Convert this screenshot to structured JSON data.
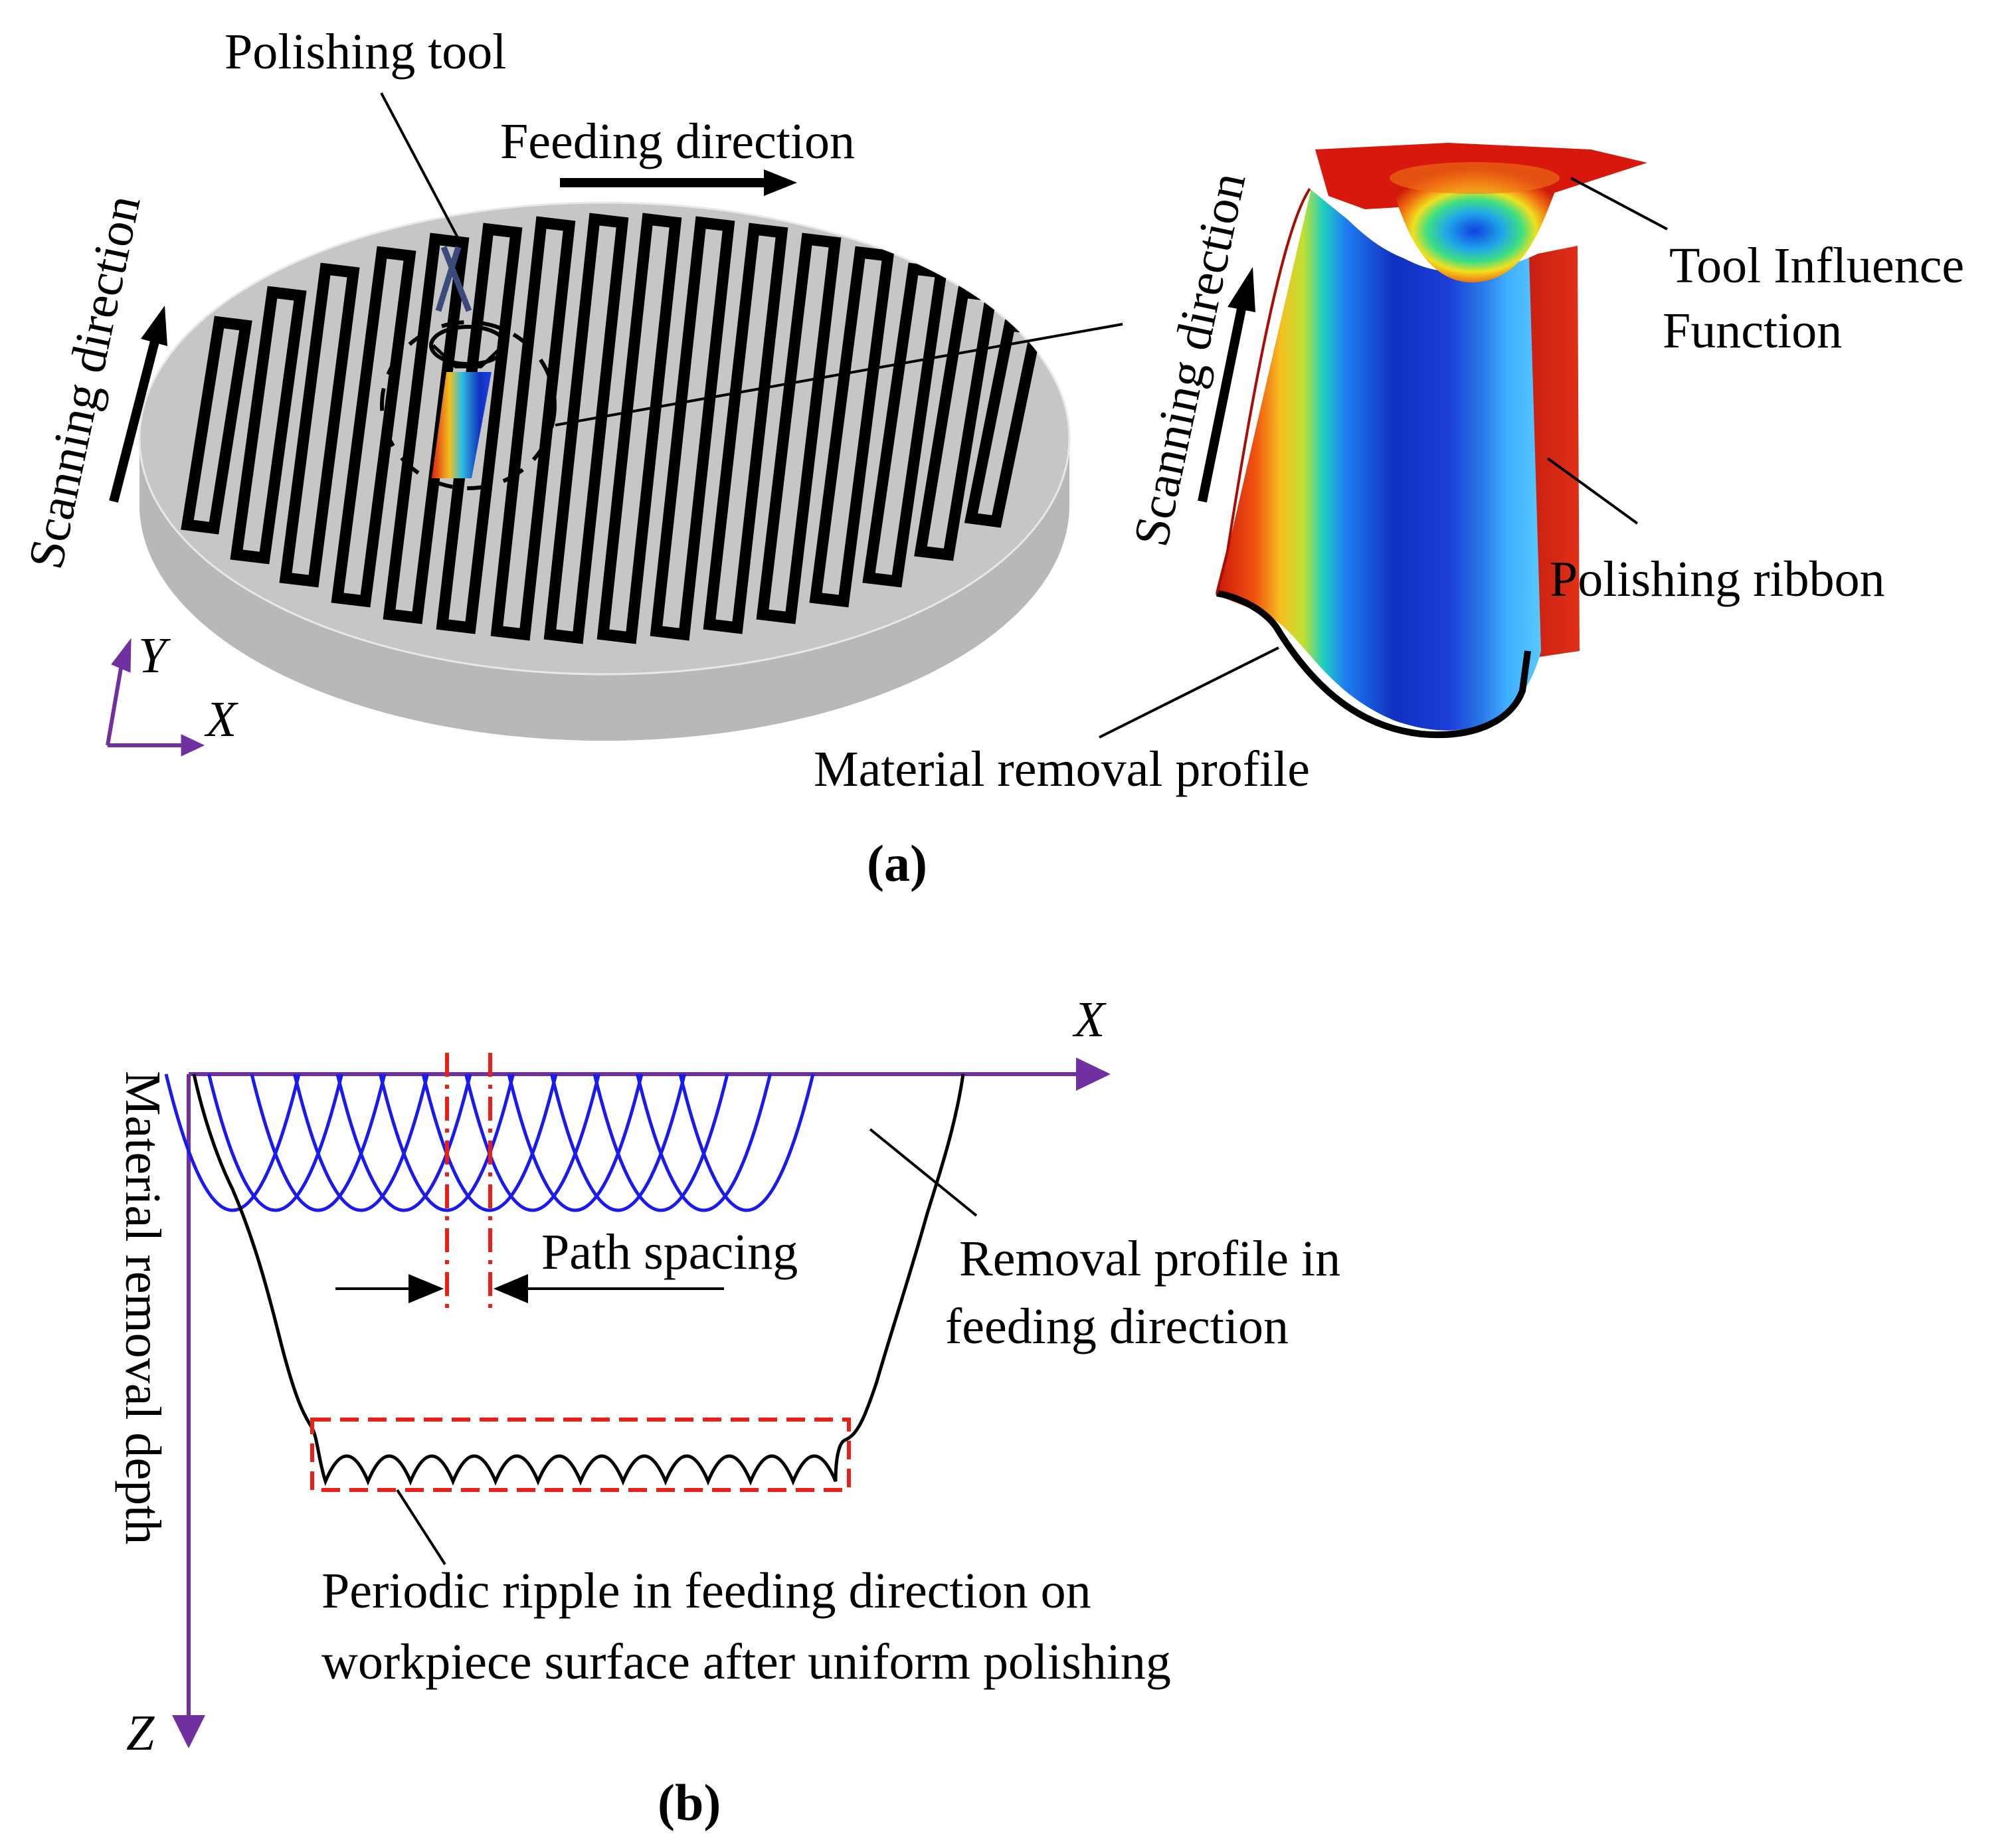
{
  "panel_a": {
    "label_polishing_tool": "Polishing tool",
    "label_feeding_direction": "Feeding direction",
    "label_scanning_direction_left": "Scanning direction",
    "label_scanning_direction_right": "Scanning direction",
    "label_tif_line1": "Tool Influence",
    "label_tif_line2": "Function",
    "label_polishing_ribbon": "Polishing ribbon",
    "label_material_removal_profile": "Material removal profile",
    "axis_y": "Y",
    "axis_x": "X",
    "caption": "(a)"
  },
  "panel_b": {
    "axis_x": "X",
    "axis_z": "Z",
    "ylabel": "Material removal depth",
    "label_path_spacing": "Path spacing",
    "label_removal_profile_line1": "Removal profile in",
    "label_removal_profile_line2": "feeding direction",
    "label_ripple_line1": "Periodic ripple in feeding direction on",
    "label_ripple_line2": "workpiece surface after uniform polishing",
    "caption": "(b)"
  },
  "colors": {
    "axis_purple": "#7030a0",
    "overlap_blue": "#1a1aee",
    "guide_red": "#e8201a",
    "disk_gray": "#c4c4c4",
    "disk_side_gray": "#b4b4b4",
    "path_black": "#000000"
  }
}
